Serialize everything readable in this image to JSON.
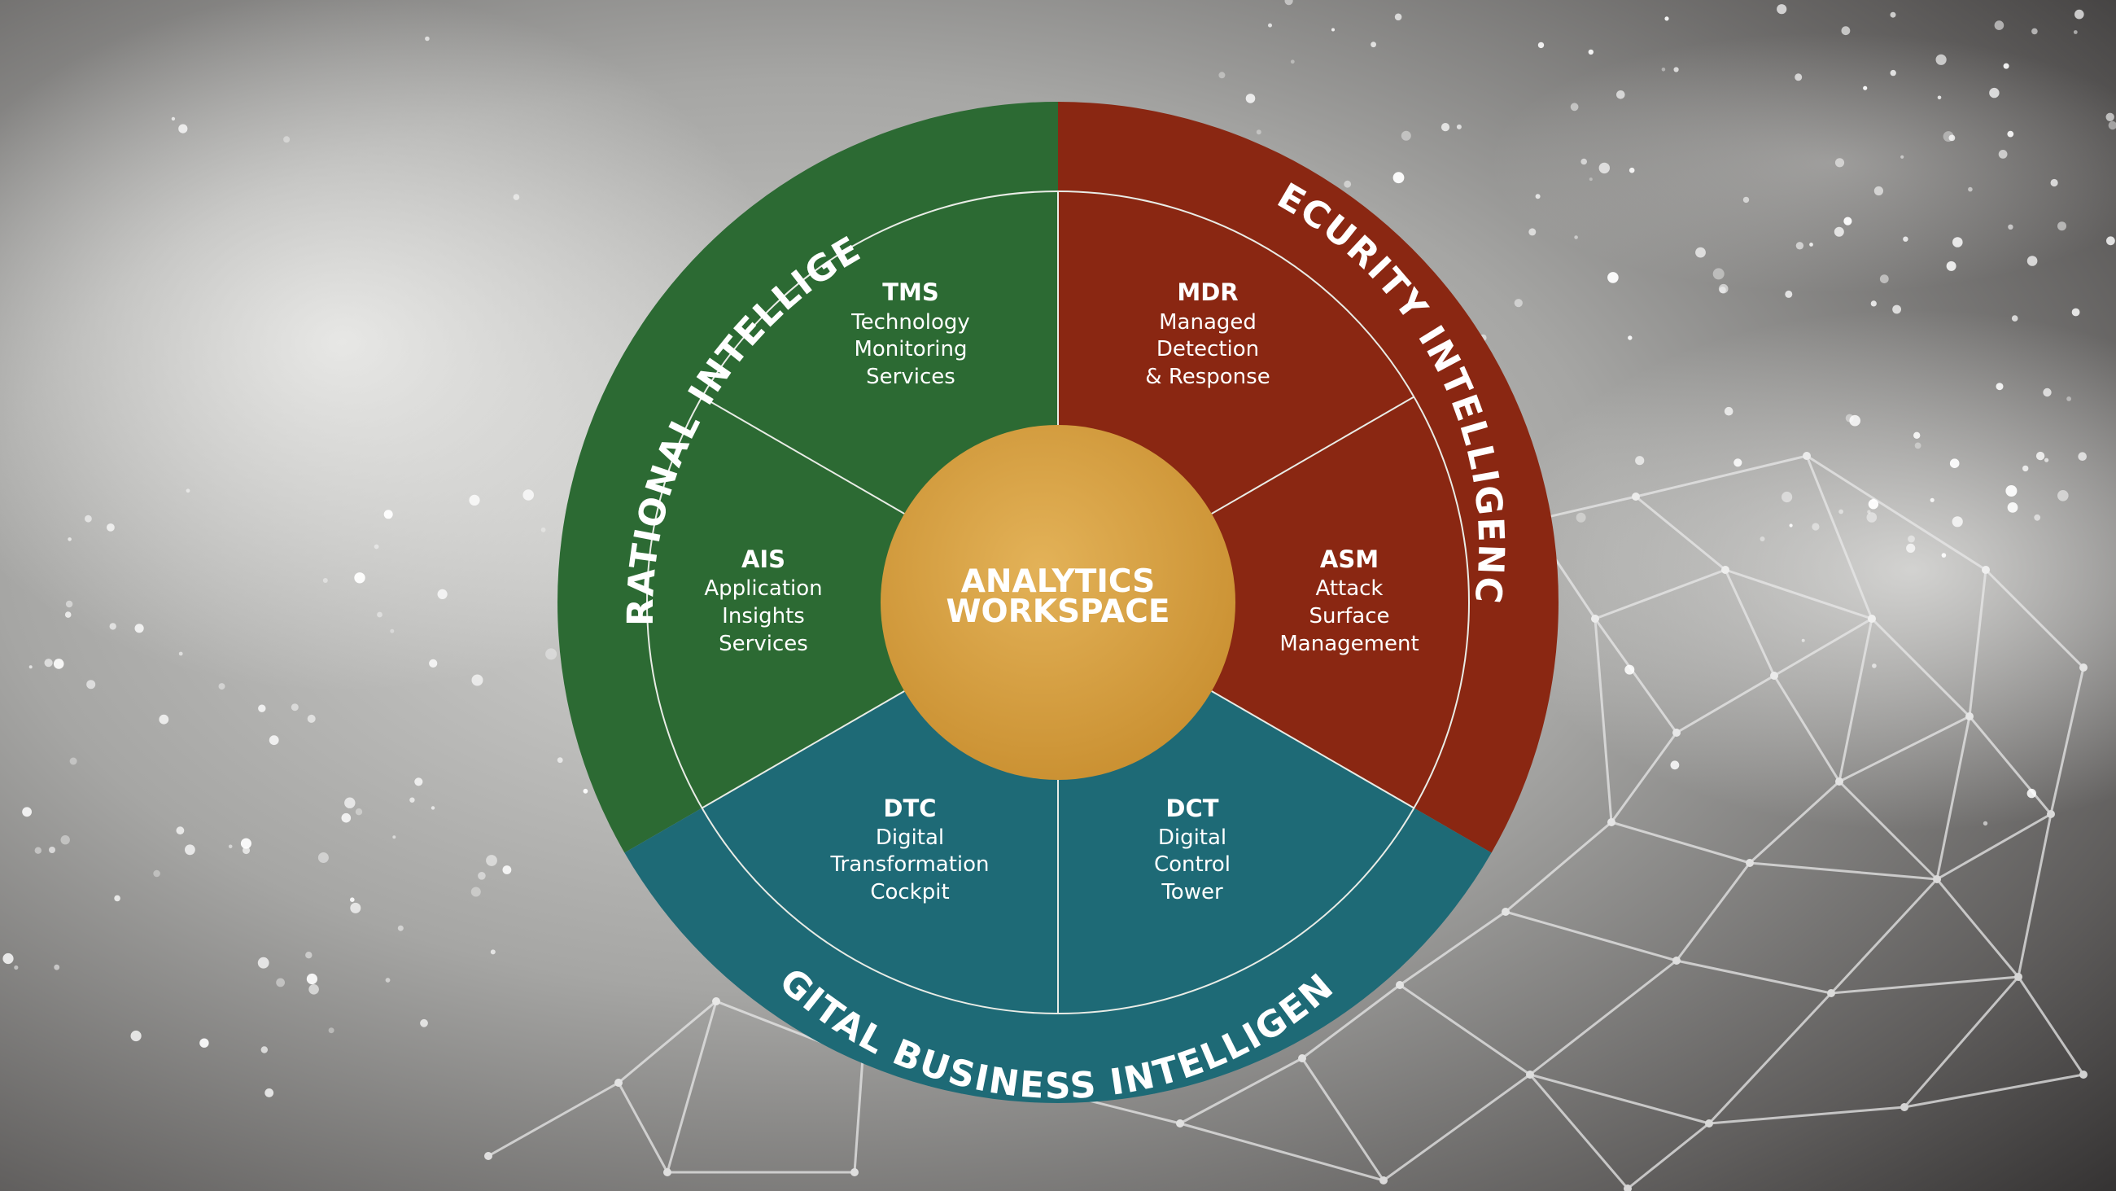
{
  "colors": {
    "operational": "#2c6a33",
    "security": "#8a2712",
    "digital": "#1e6a76",
    "workspace": "#d9a041",
    "ring_line": "#e9ece6"
  },
  "center": {
    "line1": "ANALYTICS",
    "line2": "WORKSPACE"
  },
  "domains": {
    "operational": "OPERATIONAL INTELLIGENCE",
    "security": "SECURITY INTELLIGENCE",
    "digital": "DIGITAL BUSINESS INTELLIGENCE"
  },
  "segments": {
    "tms": {
      "abbr": "TMS",
      "lines": [
        "Technology",
        "Monitoring",
        "Services"
      ]
    },
    "mdr": {
      "abbr": "MDR",
      "lines": [
        "Managed",
        "Detection",
        "& Response"
      ]
    },
    "ais": {
      "abbr": "AIS",
      "lines": [
        "Application",
        "Insights",
        "Services"
      ]
    },
    "asm": {
      "abbr": "ASM",
      "lines": [
        "Attack",
        "Surface",
        "Management"
      ]
    },
    "dtc": {
      "abbr": "DTC",
      "lines": [
        "Digital",
        "Transformation",
        "Cockpit"
      ]
    },
    "dct": {
      "abbr": "DCT",
      "lines": [
        "Digital",
        "Control",
        "Tower"
      ]
    }
  }
}
